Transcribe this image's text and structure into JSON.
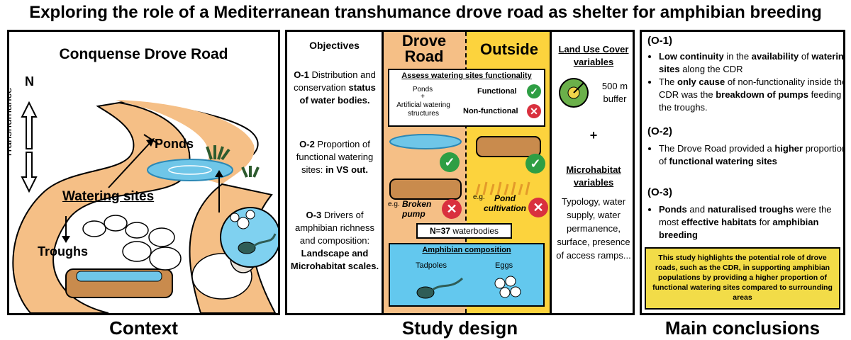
{
  "title": "Exploring the role of a Mediterranean transhumance drove road as shelter for amphibian breeding",
  "context": {
    "map_title": "Conquense Drove Road",
    "north": "N",
    "transhumance": "Transhumance",
    "ponds": "Ponds",
    "watering_sites": "Watering sites",
    "troughs": "Troughs",
    "label": "Context"
  },
  "study_design": {
    "label": "Study design",
    "objectives": {
      "heading": "Objectives",
      "o1_id": "O-1",
      "o1_text": "Distribution and conservation",
      "o1_bold": "status of water bodies.",
      "o2_id": "O-2",
      "o2_text": "Proportion of functional watering sites:",
      "o2_bold1": "in",
      "o2_bold2": "VS out.",
      "o3_id": "O-3",
      "o3_text": "Drivers of amphibian richness and composition:",
      "o3_bold": "Landscape and Microhabitat scales."
    },
    "drove_road": "Drove Road",
    "outside": "Outside",
    "assess": {
      "heading": "Assess watering sites functionality",
      "ponds": "Ponds",
      "plus": "+",
      "artificial": "Artificial watering structures",
      "functional": "Functional",
      "non_functional": "Non-functional"
    },
    "eg1": "e.g.",
    "broken_pump": "Broken pump",
    "eg2": "e.g.",
    "pond_cultivation": "Pond cultivation",
    "n_bold": "N=37",
    "n_text": "waterbodies",
    "amphibian": {
      "heading": "Amphibian composition",
      "tadpoles": "Tadpoles",
      "eggs": "Eggs"
    },
    "variables": {
      "land_use": "Land Use Cover variables",
      "buffer": "500 m buffer",
      "plus": "+",
      "microhabitat": "Microhabitat variables",
      "micro_list": "Typology, water supply, water permanence, surface, presence of access ramps..."
    }
  },
  "conclusions": {
    "label": "Main conclusions",
    "o1_head": "(O-1)",
    "o2_head": "(O-2)",
    "o3_head": "(O-3)",
    "c1a_b1": "Low continuity",
    "c1a_t1": "in the",
    "c1a_b2": "availability",
    "c1a_t2": "of",
    "c1a_b3": "watering sites",
    "c1a_t3": "along the CDR",
    "c1b_t1": "The",
    "c1b_b1": "only cause",
    "c1b_t2": "of non-functionality inside the CDR was the",
    "c1b_b2": "breakdown of pumps",
    "c1b_t3": "feeding the troughs.",
    "c2_t1": "The Drove Road provided a",
    "c2_b1": "higher",
    "c2_t2": "proportion of",
    "c2_b2": "functional watering sites",
    "c3_b1": "Ponds",
    "c3_t1": "and",
    "c3_b2": "naturalised troughs",
    "c3_t2": "were the most",
    "c3_b3": "effective habitats",
    "c3_t3": "for",
    "c3_b4": "amphibian breeding",
    "highlight": "This study highlights the potential role of drove roads, such as the CDR, in supporting amphibian populations by providing a higher proportion of functional watering sites compared to surrounding areas"
  },
  "colors": {
    "road": "#f5bf86",
    "drove_col": "#f5bf86",
    "outside_col": "#fcd33d",
    "water": "#6fc6e8",
    "amphibian_box": "#63c8ee",
    "highlight": "#f2dc48"
  }
}
